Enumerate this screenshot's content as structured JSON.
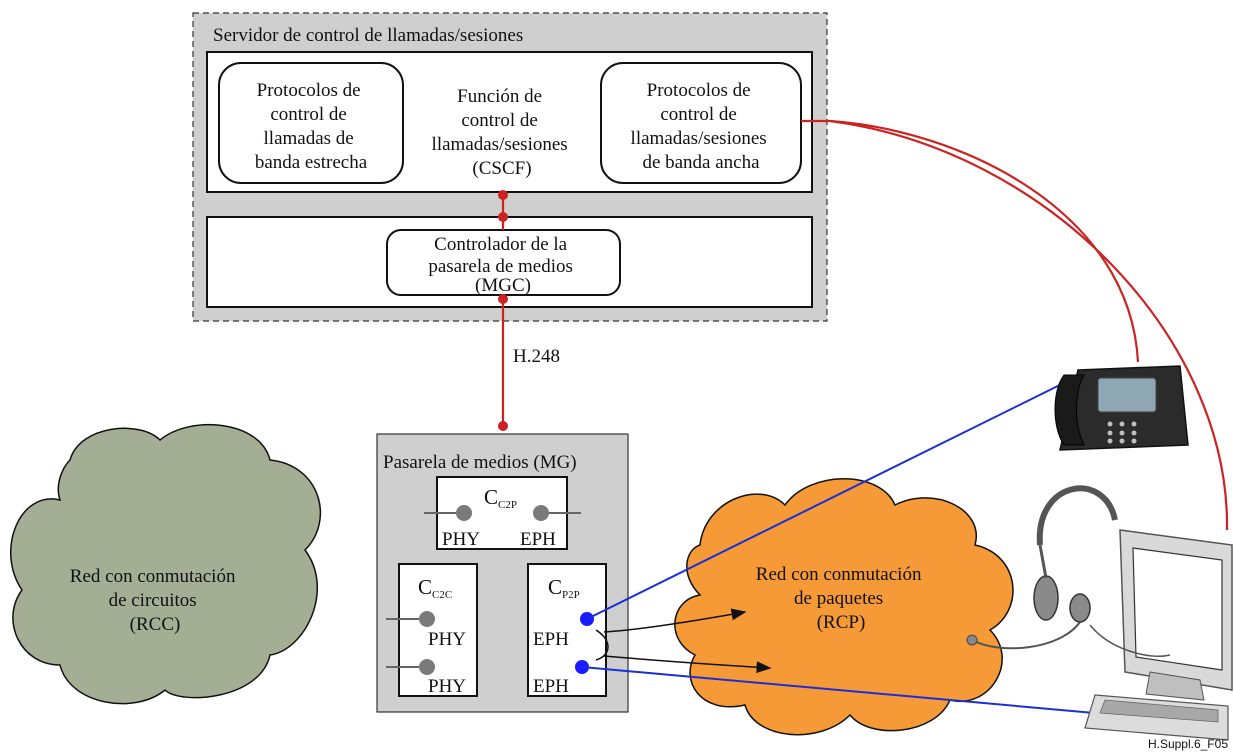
{
  "server": {
    "title": "Servidor de control de llamadas/sesiones",
    "cscf": [
      "Función de",
      "control de",
      "llamadas/sesiones",
      "(CSCF)"
    ],
    "narrowband": [
      "Protocolos de",
      "control de",
      "llamadas de",
      "banda estrecha"
    ],
    "broadband": [
      "Protocolos de",
      "control de",
      "llamadas/sesiones",
      "de banda ancha"
    ],
    "mgc": [
      "Controlador de la",
      "pasarela de medios",
      "(MGC)"
    ]
  },
  "link_label": "H.248",
  "gateway": {
    "title": "Pasarela de medios (MG)",
    "c2p": {
      "main": "C",
      "sub": "C2P",
      "left": "PHY",
      "right": "EPH"
    },
    "c2c": {
      "main": "C",
      "sub": "C2C",
      "top": "PHY",
      "bottom": "PHY"
    },
    "p2p": {
      "main": "C",
      "sub": "P2P",
      "top": "EPH",
      "bottom": "EPH"
    }
  },
  "circuit_cloud": [
    "Red con conmutación",
    "de circuitos",
    "(RCC)"
  ],
  "packet_cloud": [
    "Red con conmutación",
    "de paquetes",
    "(RCP)"
  ],
  "footer_ref": "H.Suppl.6_F05",
  "colors": {
    "red_line": "#cc2222",
    "blue_line": "#1a2fd6",
    "orange_cloud": "#f59a36",
    "green_cloud": "#a3ae95",
    "gray_box": "#cfcfcf",
    "port_gray": "#7a7a7a",
    "port_blue": "#1b1bff"
  }
}
